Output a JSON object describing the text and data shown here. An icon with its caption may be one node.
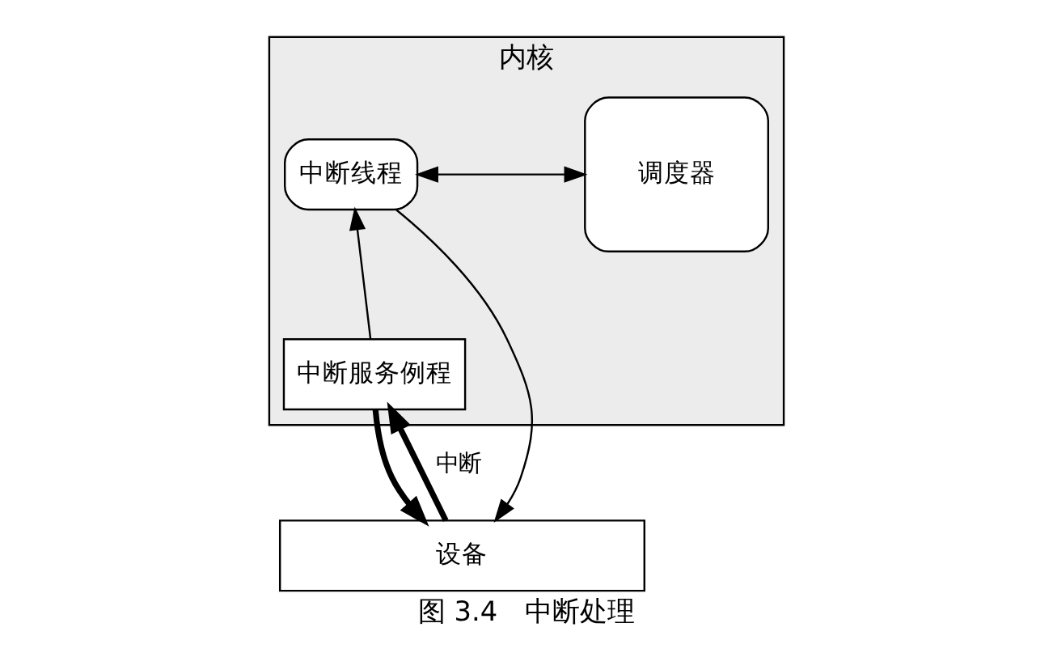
{
  "diagram": {
    "caption": "图 3.4　中断处理",
    "nodes": [
      {
        "text": [
          "内核"
        ]
      },
      {
        "text": [
          "中断线程"
        ],
        "in": 0
      },
      {
        "text": [
          "调度器"
        ],
        "in": 0
      },
      {
        "text": [
          "中断服务例程"
        ],
        "in": 0
      },
      {
        "text": [
          "设备"
        ]
      }
    ],
    "edges": [
      {
        "from": 3,
        "to": 1,
        "arrow": "to"
      },
      {
        "from": 1,
        "to": 2,
        "arrow": "both"
      },
      {
        "from": 4,
        "to": 3,
        "arrow": "to",
        "style": "thick",
        "label": "中断"
      },
      {
        "from": 3,
        "to": 4,
        "arrow": "to",
        "style": "thick"
      },
      {
        "from": 1,
        "to": 4,
        "arrow": "to"
      }
    ]
  }
}
